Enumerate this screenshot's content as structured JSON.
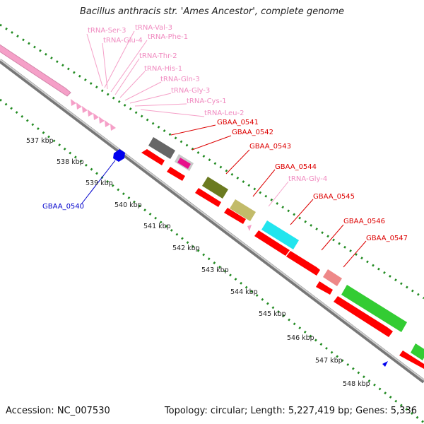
{
  "title": "Bacillus anthracis str. 'Ames Ancestor', complete genome",
  "footer": {
    "accession": "Accession: NC_007530",
    "topology": "Topology: circular; Length: 5,227,419 bp; Genes: 5,336"
  },
  "colors": {
    "backbone": "#909090",
    "tick_dots": "#228B22",
    "trna": "#F5A0C8",
    "forward_gene_label": "#DD0000",
    "reverse_gene_label": "#0000CC",
    "cds_red": "#FF0000",
    "cds_blue": "#0000EE"
  },
  "ticks": [
    "537 kbp",
    "538 kbp",
    "539 kbp",
    "540 kbp",
    "541 kbp",
    "542 kbp",
    "543 kbp",
    "544 kbp",
    "545 kbp",
    "546 kbp",
    "547 kbp",
    "548 kbp"
  ],
  "trna_labels": [
    "tRNA-Ser-3",
    "tRNA-Val-3",
    "tRNA-Glu-4",
    "tRNA-Phe-1",
    "tRNA-Thr-2",
    "tRNA-His-1",
    "tRNA-Gln-3",
    "tRNA-Gly-3",
    "tRNA-Cys-1",
    "tRNA-Leu-2"
  ],
  "gene_labels": {
    "gbaa_0540": "GBAA_0540",
    "gbaa_0541": "GBAA_0541",
    "gbaa_0542": "GBAA_0542",
    "gbaa_0543": "GBAA_0543",
    "gbaa_0544": "GBAA_0544",
    "trna_gly_4": "tRNA-Gly-4",
    "gbaa_0545": "GBAA_0545",
    "gbaa_0546": "GBAA_0546",
    "gbaa_0547": "GBAA_0547"
  }
}
